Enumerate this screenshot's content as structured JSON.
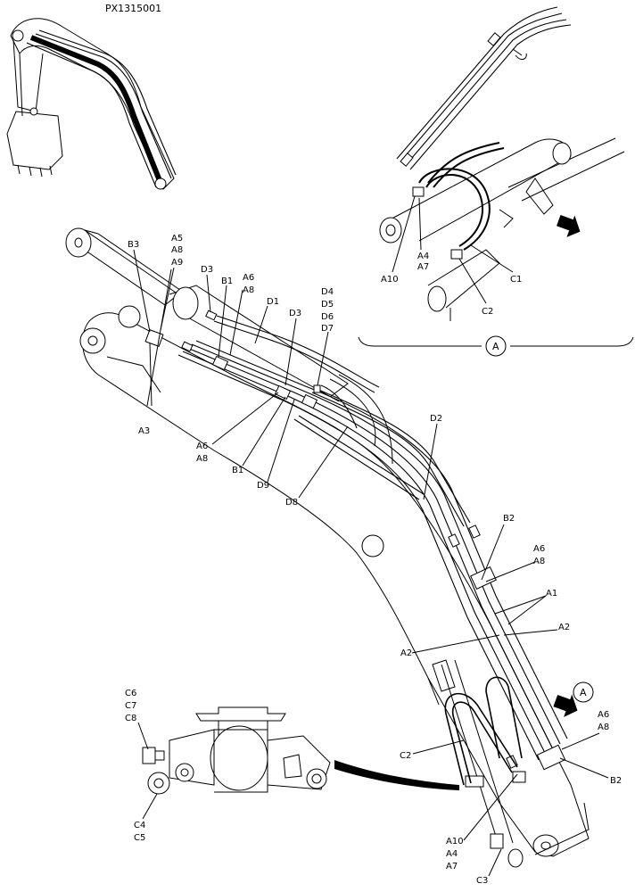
{
  "drawing_ref": "PX1315001",
  "detail_marker": "A",
  "callouts": {
    "b3": "B3",
    "a5": "A5",
    "a8_top": "A8",
    "a9": "A9",
    "d3_top": "D3",
    "b1_top": "B1",
    "a6_mid": "A6",
    "a8_mid": "A8",
    "d1": "D1",
    "d3_mid": "D3",
    "d4": "D4",
    "d5": "D5",
    "d6": "D6",
    "d7": "D7",
    "a3": "A3",
    "a6_low": "A6",
    "a8_low": "A8",
    "b1_low": "B1",
    "d9": "D9",
    "d8": "D8",
    "d2": "D2",
    "b2_top": "B2",
    "a6_right": "A6",
    "a8_right": "A8",
    "a1": "A1",
    "a2_right": "A2",
    "a2_left": "A2",
    "a6_bottom": "A6",
    "a8_bottom": "A8",
    "b2_bottom": "B2",
    "c2_main": "C2",
    "a10_main": "A10",
    "a4_main": "A4",
    "a7_main": "A7",
    "c3": "C3",
    "c6": "C6",
    "c7": "C7",
    "c8": "C8",
    "c4": "C4",
    "c5": "C5",
    "a10_detail": "A10",
    "a4_detail": "A4",
    "a7_detail": "A7",
    "c1_detail": "C1",
    "c2_detail": "C2"
  },
  "icons": {
    "view_arrow_main": "arrow-right-down-icon",
    "view_arrow_detail": "arrow-right-down-icon"
  }
}
